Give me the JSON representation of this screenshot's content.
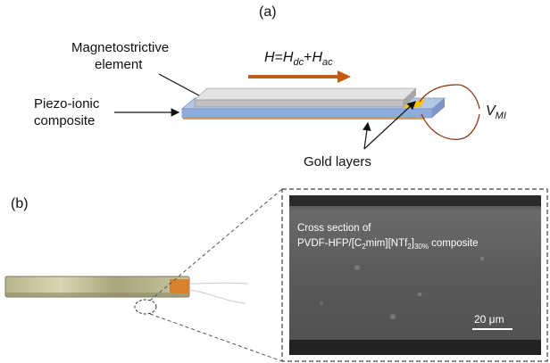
{
  "panel_a": {
    "label": "(a)",
    "magnetostrictive_line1": "Magnetostrictive",
    "magnetostrictive_line2": "element",
    "piezo_line1": "Piezo-ionic",
    "piezo_line2": "composite",
    "field_H": "H",
    "field_eq": "=",
    "field_H2": "H",
    "field_dc_sub": "dc",
    "field_plus": "+",
    "field_H3": "H",
    "field_ac_sub": "ac",
    "voltage_V": "V",
    "voltage_sub": "MI",
    "gold_layers": "Gold layers"
  },
  "panel_b": {
    "label": "(b)",
    "sem_caption_line1": "Cross section of",
    "sem_caption_a": "PVDF-HFP/[C",
    "sem_caption_sub2": "2",
    "sem_caption_b": "mim][NTf",
    "sem_caption_sub3": "2",
    "sem_caption_c": "]",
    "sem_caption_sub30": "30%",
    "sem_caption_d": " composite",
    "scale_bar": "20 μm"
  },
  "colors": {
    "arrow": "#c55a11",
    "blue_layer": "#8faadc",
    "gray_layer": "#d9d9d9",
    "gold": "#ffc000",
    "wire": "#8b3a1a"
  }
}
